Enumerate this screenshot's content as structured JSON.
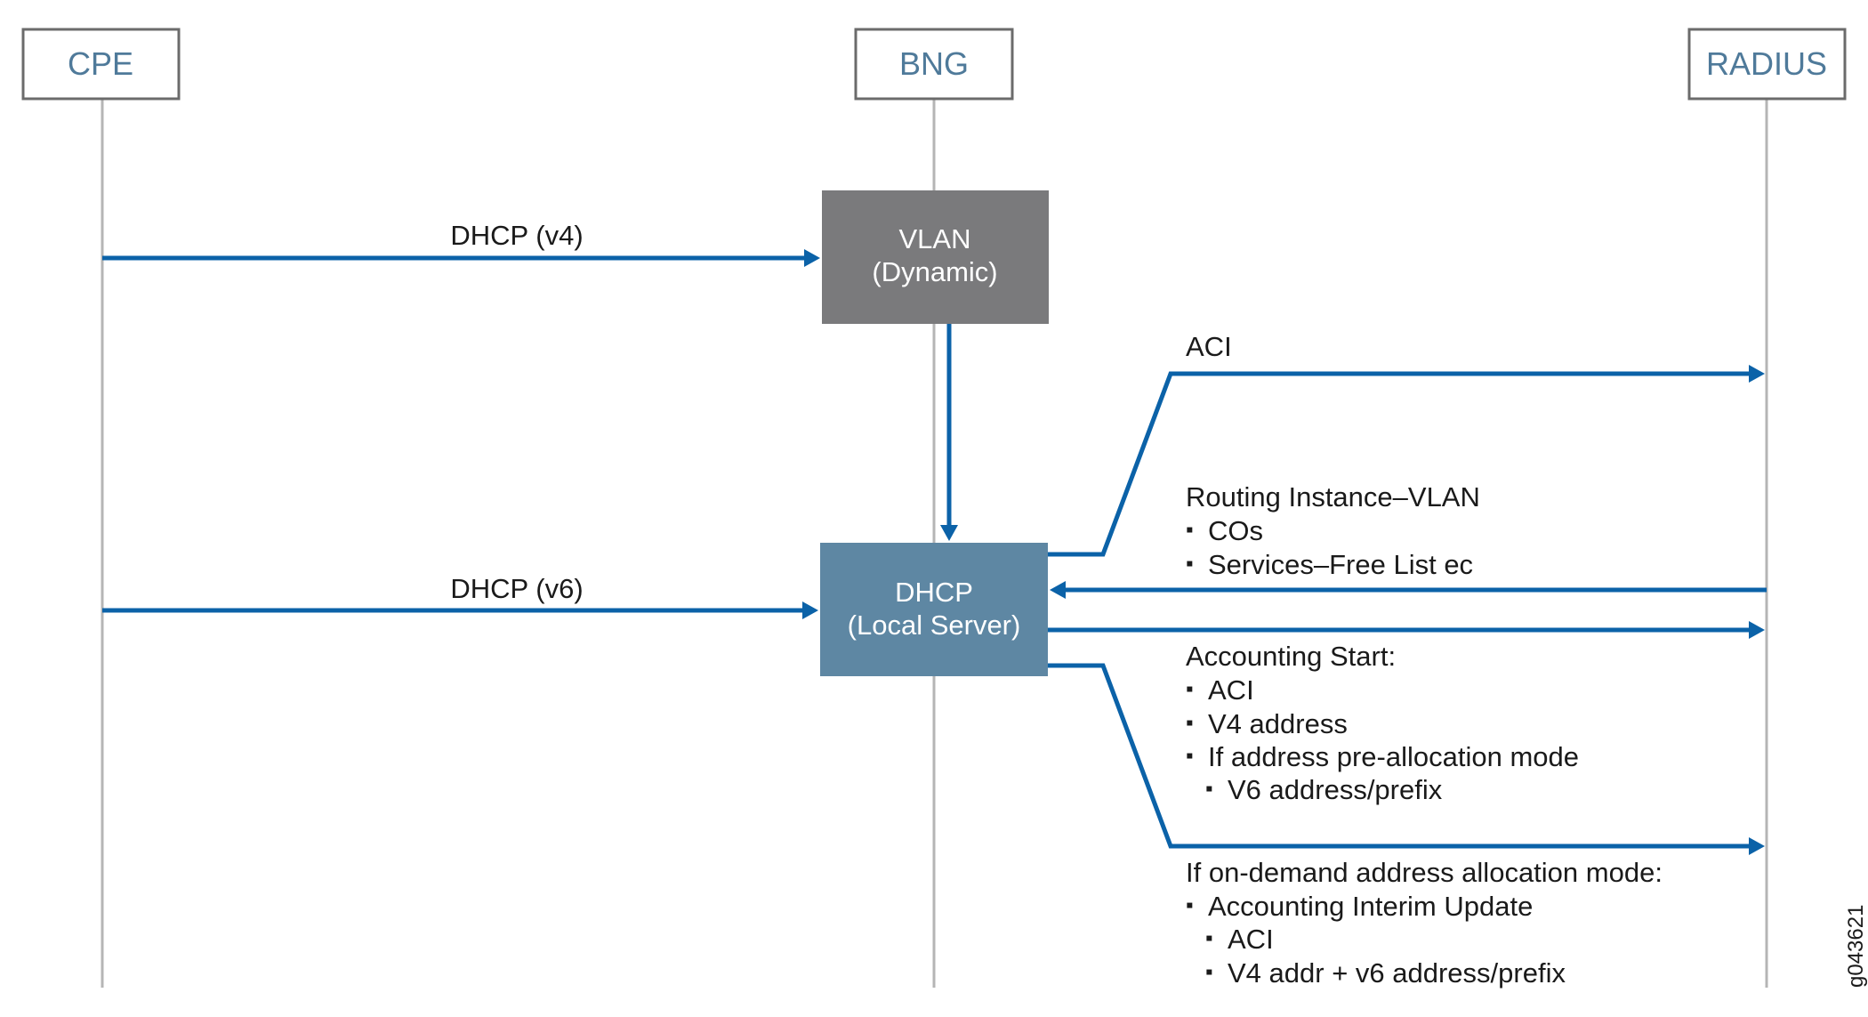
{
  "actors": {
    "cpe": "CPE",
    "bng": "BNG",
    "radius": "RADIUS"
  },
  "boxes": {
    "vlan": {
      "line1": "VLAN",
      "line2": "(Dynamic)",
      "color": "#7a7a7c"
    },
    "dhcp": {
      "line1": "DHCP",
      "line2": "(Local Server)",
      "color": "#5e87a3"
    }
  },
  "messages": {
    "dhcp_v4": "DHCP (v4)",
    "dhcp_v6": "DHCP (v6)",
    "aci": "ACI",
    "routing": {
      "title": "Routing Instance–VLAN",
      "items": [
        "COs",
        "Services–Free List ec"
      ]
    },
    "accounting_start": {
      "title": "Accounting Start:",
      "items": [
        "ACI",
        "V4 address",
        "If address pre-allocation mode"
      ],
      "sub_items": [
        "V6 address/prefix"
      ]
    },
    "on_demand": {
      "title": "If on-demand address allocation mode:",
      "items": [
        "Accounting Interim Update"
      ],
      "sub_items": [
        "ACI",
        "V4 addr + v6 address/prefix"
      ]
    }
  },
  "bullet": "▪",
  "figure_id": "g043621",
  "colors": {
    "arrow": "#0b62a8",
    "lifeline": "#b5b5b5",
    "actor_border": "#6b6b6b",
    "actor_text": "#4f7a9a"
  }
}
